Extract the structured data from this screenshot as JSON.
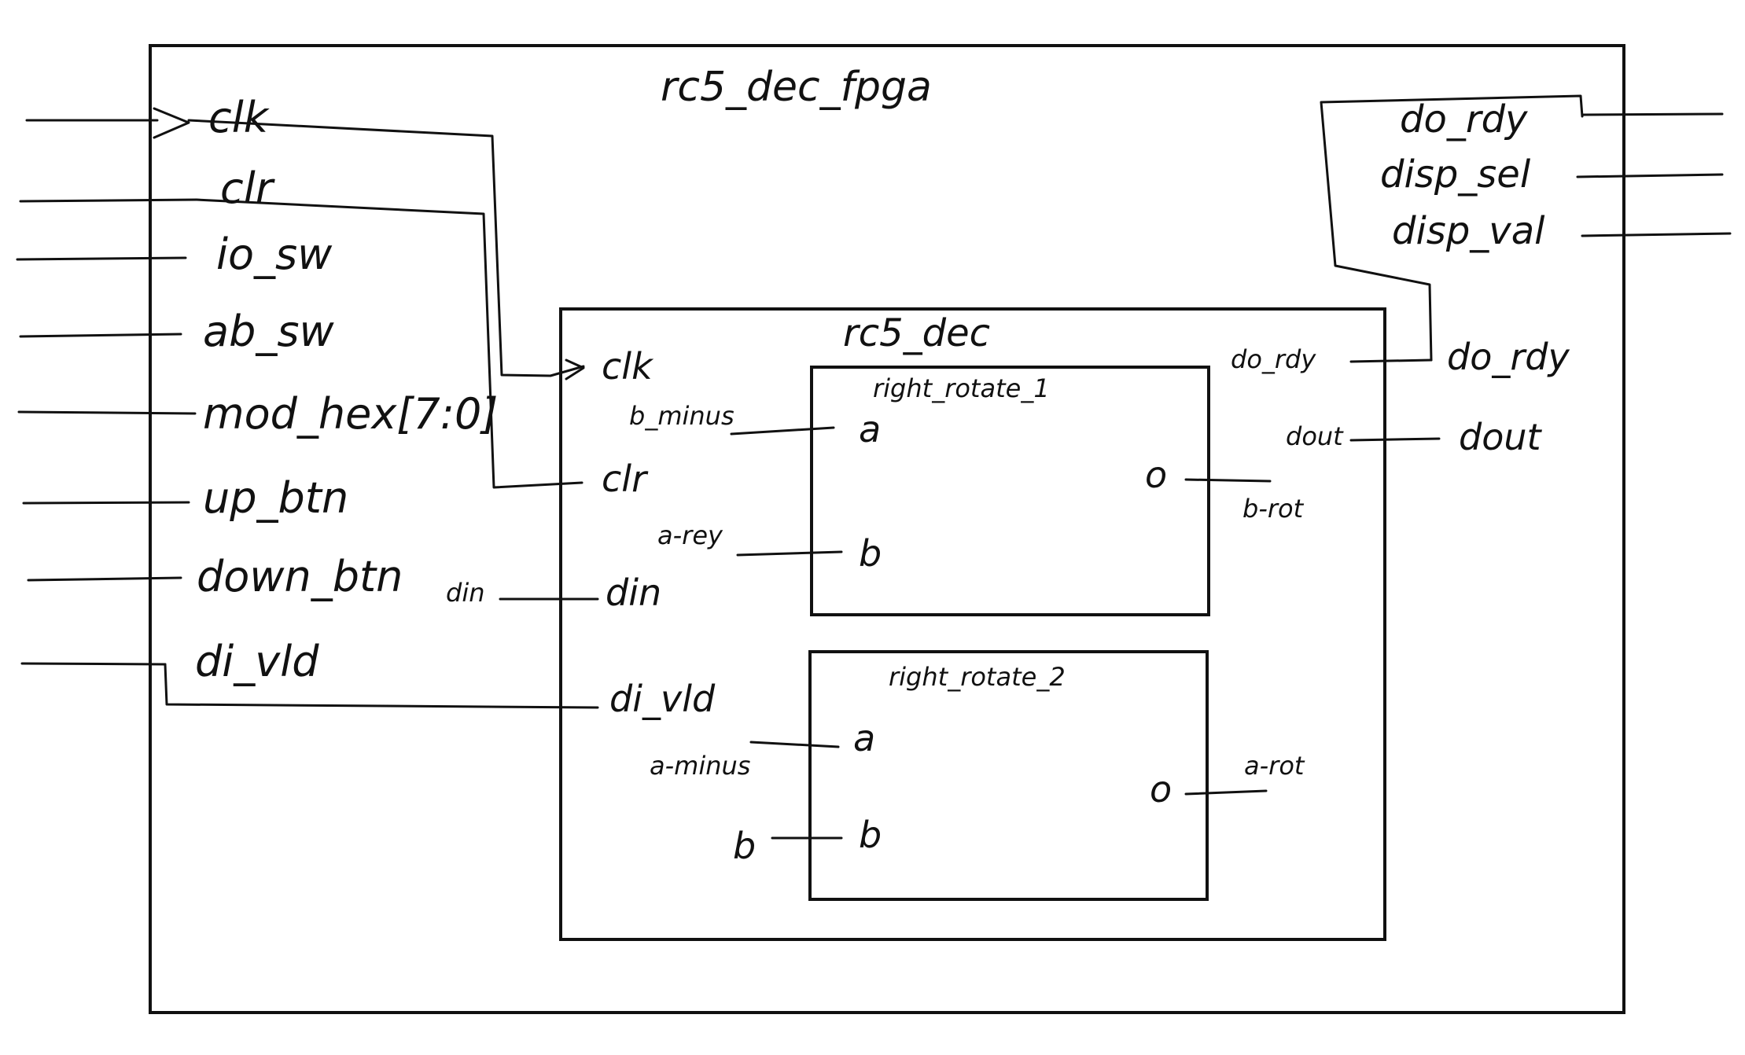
{
  "top_module": {
    "name": "rc5_dec_fpga",
    "inputs": [
      "clk",
      "clr",
      "io_sw",
      "ab_sw",
      "mod_hex[7:0]",
      "up_btn",
      "down_btn",
      "di_vld"
    ],
    "outputs": [
      "do_rdy",
      "disp_sel",
      "disp_val"
    ]
  },
  "dec_module": {
    "name": "rc5_dec",
    "inputs": [
      "clk",
      "clr",
      "din",
      "di_vld"
    ],
    "outputs": [
      "do_rdy",
      "dout"
    ],
    "din_signal": "din",
    "out_do_rdy": "do_rdy",
    "out_dout": "dout"
  },
  "rotate_1": {
    "name": "right_rotate_1",
    "pin_a": "a",
    "pin_b": "b",
    "pin_o": "o",
    "sig_a": "b_minus",
    "sig_b": "a-rey",
    "sig_o": "b-rot"
  },
  "rotate_2": {
    "name": "right_rotate_2",
    "pin_a": "a",
    "pin_b": "b",
    "pin_o": "o",
    "sig_a": "a-minus",
    "sig_b": "b",
    "sig_o": "a-rot"
  }
}
